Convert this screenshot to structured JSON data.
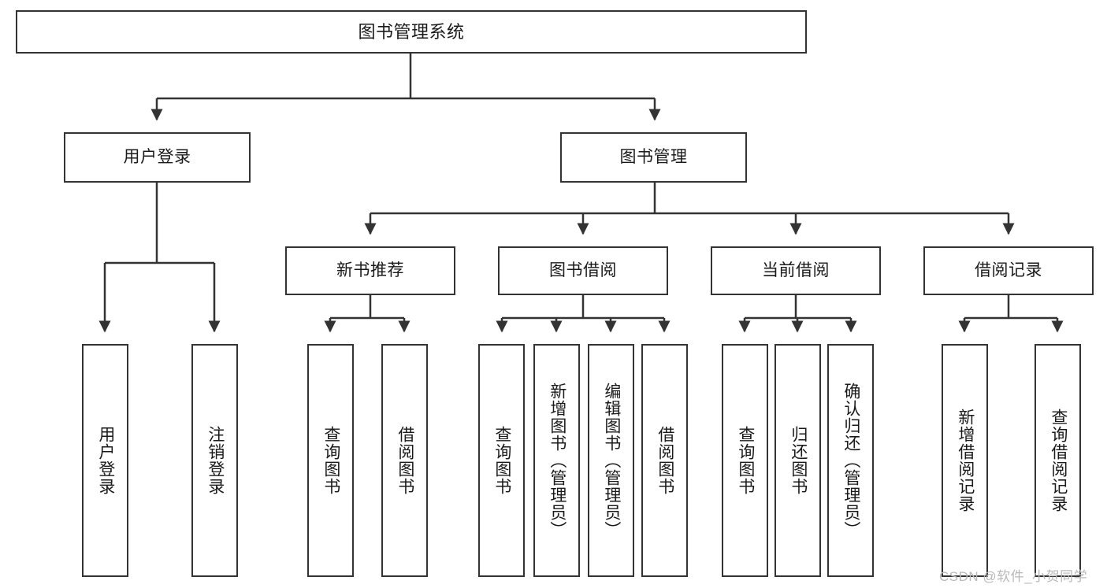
{
  "diagram": {
    "title": "图书管理系统",
    "watermark": "CSDN @软件_小贺同学",
    "levels": {
      "root": {
        "label": "图书管理系统"
      },
      "level2": [
        {
          "label": "用户登录"
        },
        {
          "label": "图书管理"
        }
      ],
      "level3": [
        {
          "label": "新书推荐"
        },
        {
          "label": "图书借阅"
        },
        {
          "label": "当前借阅"
        },
        {
          "label": "借阅记录"
        }
      ],
      "leaves": {
        "user_login": [
          {
            "label": "用户登录"
          },
          {
            "label": "注销登录"
          }
        ],
        "new_book_recommend": [
          {
            "label": "查询图书"
          },
          {
            "label": "借阅图书"
          }
        ],
        "book_borrow": [
          {
            "label": "查询图书"
          },
          {
            "label": "新增图书（管理员）"
          },
          {
            "label": "编辑图书（管理员）"
          },
          {
            "label": "借阅图书"
          }
        ],
        "current_borrow": [
          {
            "label": "查询图书"
          },
          {
            "label": "归还图书"
          },
          {
            "label": "确认归还（管理员）"
          }
        ],
        "borrow_record": [
          {
            "label": "新增借阅记录"
          },
          {
            "label": "查询借阅记录"
          }
        ]
      }
    },
    "colors": {
      "box_border": "#333333",
      "box_fill": "#ffffff",
      "connector": "#333333",
      "text": "#1a1a1a",
      "watermark": "#b9b9b9"
    }
  }
}
